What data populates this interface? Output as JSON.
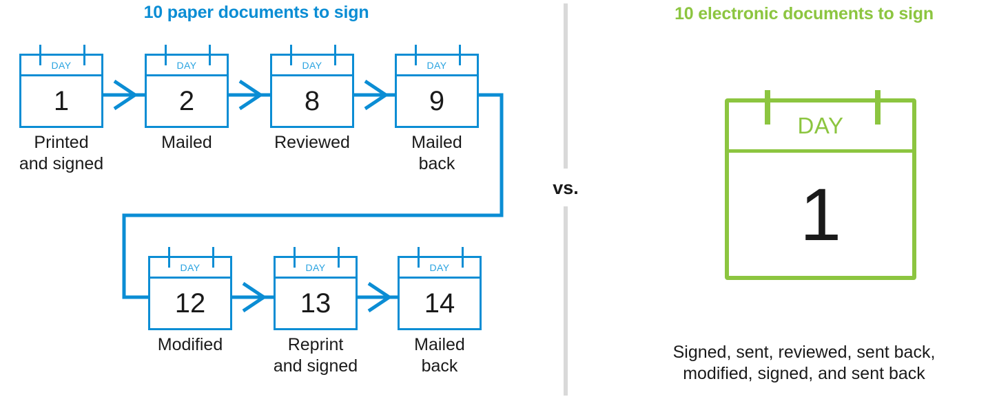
{
  "headings": {
    "paper": "10 paper documents to sign",
    "electronic": "10 electronic documents to sign"
  },
  "separator": {
    "label": "vs."
  },
  "colors": {
    "blue": "#0B8DD4",
    "blue_light": "#29A3E0",
    "green": "#8CC540",
    "divider_gray": "#D9D9D9",
    "text_dark": "#1A1A1A"
  },
  "paper_flow": {
    "day_word": "DAY",
    "steps": [
      {
        "day": "1",
        "caption": "Printed\nand signed"
      },
      {
        "day": "2",
        "caption": "Mailed"
      },
      {
        "day": "8",
        "caption": "Reviewed"
      },
      {
        "day": "9",
        "caption": "Mailed\nback"
      },
      {
        "day": "12",
        "caption": "Modified"
      },
      {
        "day": "13",
        "caption": "Reprint\nand signed"
      },
      {
        "day": "14",
        "caption": "Mailed\nback"
      }
    ]
  },
  "electronic_flow": {
    "day_word": "DAY",
    "day": "1",
    "caption": "Signed, sent, reviewed, sent back,\nmodified, signed, and sent back"
  }
}
